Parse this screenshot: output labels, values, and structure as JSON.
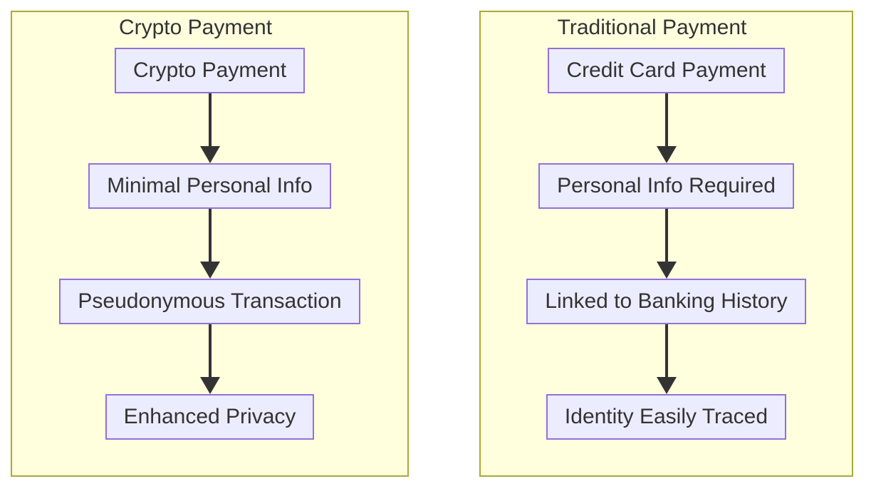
{
  "colors": {
    "subgraph_fill": "#ffffde",
    "subgraph_border": "#aaaa33",
    "node_fill": "#ececff",
    "node_border": "#9370db",
    "text_color": "#333333",
    "arrow_color": "#333333"
  },
  "panels": [
    {
      "title": "Crypto Payment",
      "nodes": [
        "Crypto Payment",
        "Minimal Personal Info",
        "Pseudonymous Transaction",
        "Enhanced Privacy"
      ]
    },
    {
      "title": "Traditional Payment",
      "nodes": [
        "Credit Card Payment",
        "Personal Info Required",
        "Linked to Banking History",
        "Identity Easily Traced"
      ]
    }
  ]
}
